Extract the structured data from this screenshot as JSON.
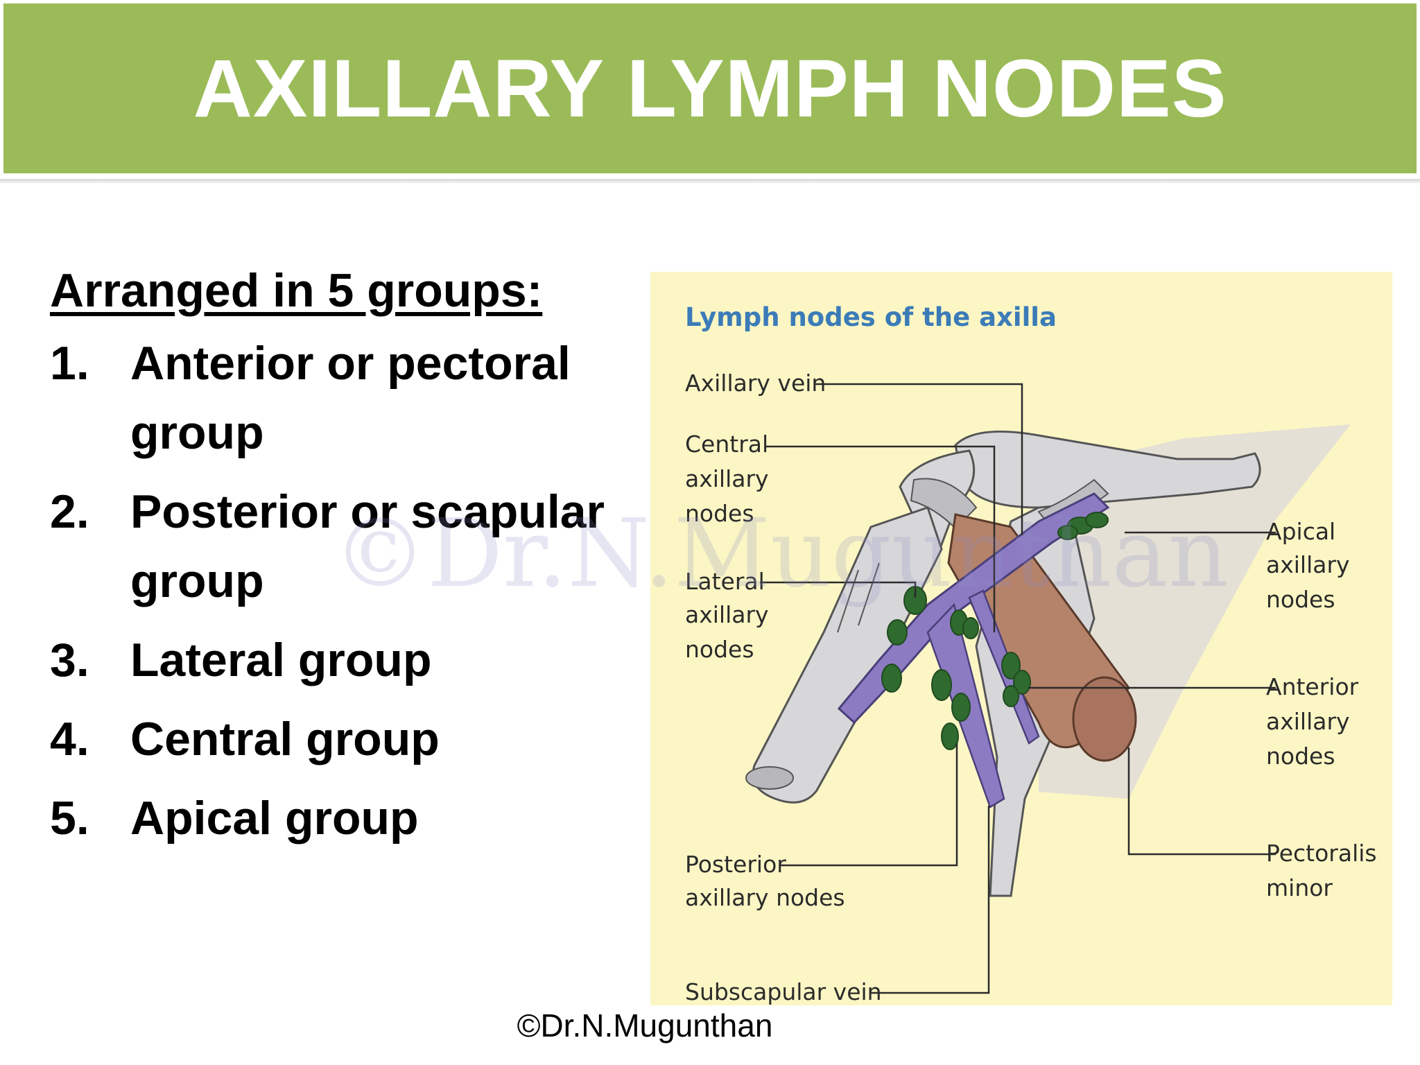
{
  "title": "AXILLARY LYMPH NODES",
  "list": {
    "heading": "Arranged in 5 groups:",
    "items": [
      {
        "number": "1.",
        "text": "Anterior or pectoral group"
      },
      {
        "number": "2.",
        "text": "Posterior or scapular group"
      },
      {
        "number": "3.",
        "text": "Lateral group"
      },
      {
        "number": "4.",
        "text": "Central group"
      },
      {
        "number": "5.",
        "text": "Apical group"
      }
    ]
  },
  "watermark": "©Dr.N.Mugunthan",
  "diagram": {
    "title": "Lymph nodes of the axilla",
    "labels": {
      "axillary_vein": "Axillary vein",
      "central": [
        "Central",
        "axillary",
        "nodes"
      ],
      "lateral": [
        "Lateral",
        "axillary",
        "nodes"
      ],
      "posterior": [
        "Posterior",
        "axillary nodes"
      ],
      "subscapular": "Subscapular vein",
      "apical": [
        "Apical",
        "axillary",
        "nodes"
      ],
      "anterior": [
        "Anterior",
        "axillary",
        "nodes"
      ],
      "pectoralis": [
        "Pectoralis",
        "minor"
      ]
    },
    "colors": {
      "background": "#fbf6c4",
      "vein": "#8c7bc2",
      "node": "#2f6b2f",
      "muscle": "#b5826a",
      "bone": "#d7d7d9",
      "title": "#3b7bb8"
    }
  },
  "footer": "©Dr.N.Mugunthan",
  "colors": {
    "title_bar": "#9bbb59",
    "title_text": "#ffffff"
  }
}
